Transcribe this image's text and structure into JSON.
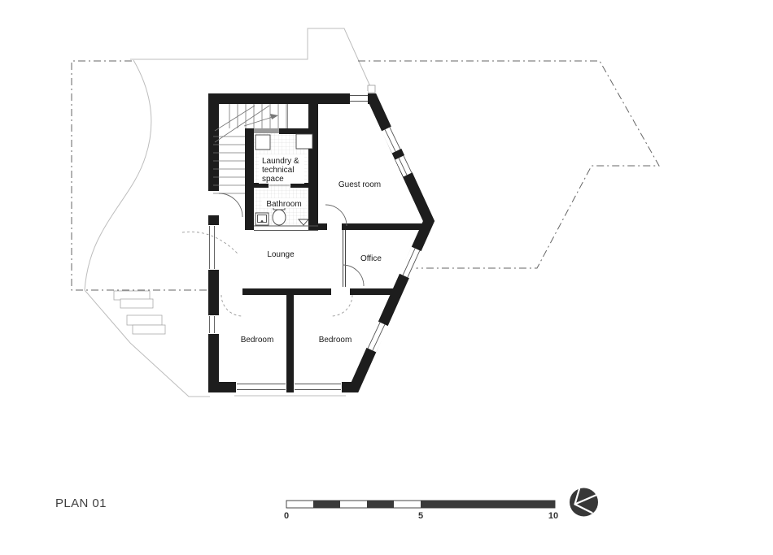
{
  "plan": {
    "title": "PLAN 01",
    "rooms": {
      "laundry": {
        "lines": [
          "Laundry &",
          "technical",
          "space"
        ]
      },
      "bathroom": "Bathroom",
      "guest_room": "Guest room",
      "lounge": "Lounge",
      "office": "Office",
      "bedroom_left": "Bedroom",
      "bedroom_right": "Bedroom"
    }
  },
  "scale_bar": {
    "start": "0",
    "middle": "5",
    "end": "10"
  },
  "colors": {
    "wall": "#1d1d1d",
    "thin_line": "#555555",
    "site_outline": "#bdbdbd",
    "boundary_dashdot": "#666666",
    "tile_grid": "#d8d8d8",
    "lintel_gray": "#9a9a9a",
    "logo": "#383838",
    "text": "#1a1a1a"
  },
  "icons": {
    "architect_logo": "architect-stamp-circle",
    "stair_arrow": "direction-arrow",
    "toilet": "toilet-plan-symbol",
    "sink": "sink-plan-symbol",
    "shower_drain": "floor-drain-triangle",
    "washer": "appliance-square"
  }
}
